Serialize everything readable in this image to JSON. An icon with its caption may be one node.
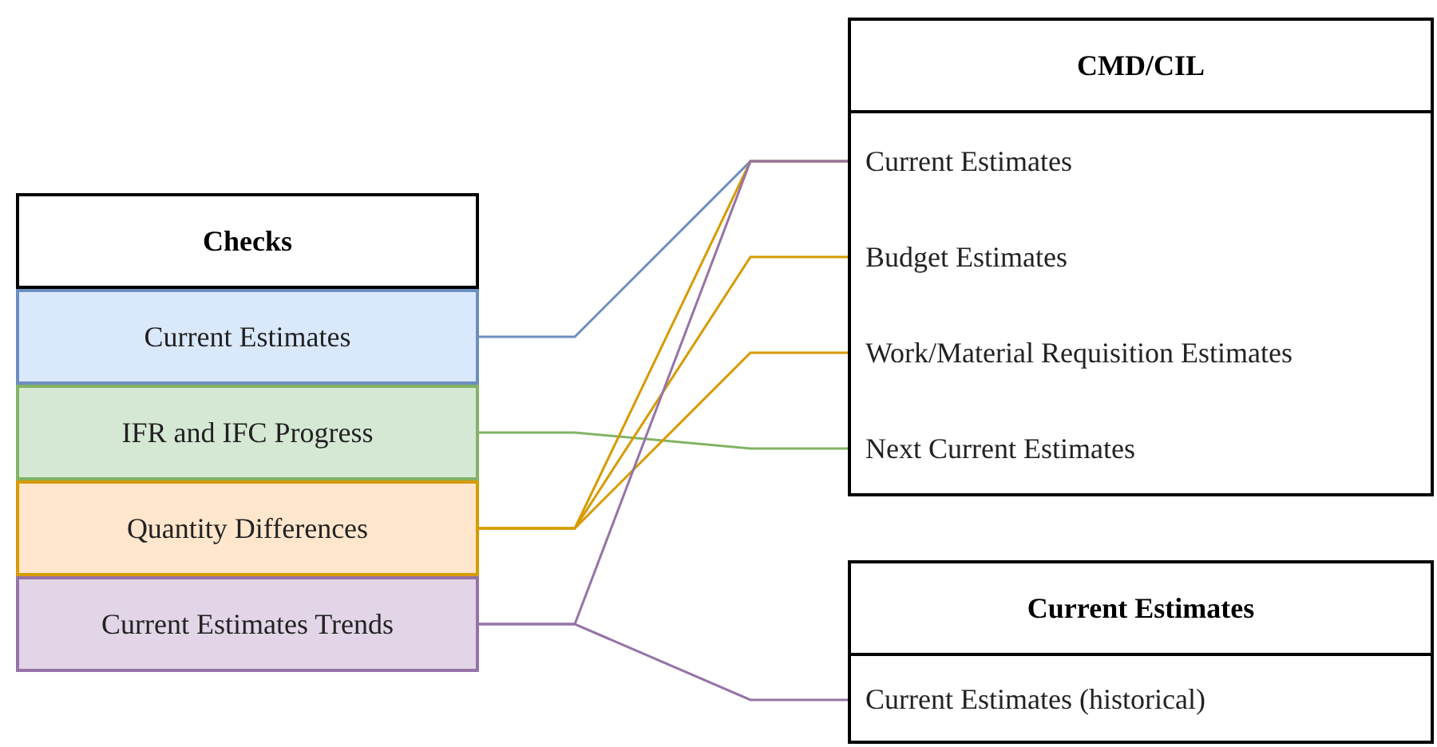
{
  "diagram": {
    "nodes": [
      {
        "text": [
          "Checks"
        ]
      },
      {
        "text": [
          "Current Estimates"
        ],
        "in": 0
      },
      {
        "text": [
          "IFR and IFC Progress"
        ],
        "in": 0
      },
      {
        "text": [
          "Quantity Differences"
        ],
        "in": 0
      },
      {
        "text": [
          "Current Estimates Trends"
        ],
        "in": 0
      },
      {
        "text": [
          "CMD/CIL"
        ]
      },
      {
        "text": [
          "Current Estimates"
        ],
        "in": 5
      },
      {
        "text": [
          "Budget Estimates"
        ],
        "in": 5
      },
      {
        "text": [
          "Work/Material Requisition Estimates"
        ],
        "in": 5
      },
      {
        "text": [
          "Next Current Estimates"
        ],
        "in": 5
      },
      {
        "text": [
          "Current Estimates"
        ]
      },
      {
        "text": [
          "Current Estimates (historical)"
        ],
        "in": 10
      }
    ],
    "edges": [
      {
        "from": 1,
        "to": 6,
        "arrow": "none",
        "color": "#6c8ebf"
      },
      {
        "from": 2,
        "to": 9,
        "arrow": "none",
        "color": "#82b366"
      },
      {
        "from": 3,
        "to": 6,
        "arrow": "none",
        "color": "#d79b00"
      },
      {
        "from": 3,
        "to": 7,
        "arrow": "none",
        "color": "#d79b00"
      },
      {
        "from": 3,
        "to": 8,
        "arrow": "none",
        "color": "#d79b00"
      },
      {
        "from": 4,
        "to": 6,
        "arrow": "none",
        "color": "#9673a6"
      },
      {
        "from": 4,
        "to": 11,
        "arrow": "none",
        "color": "#9673a6"
      }
    ]
  }
}
